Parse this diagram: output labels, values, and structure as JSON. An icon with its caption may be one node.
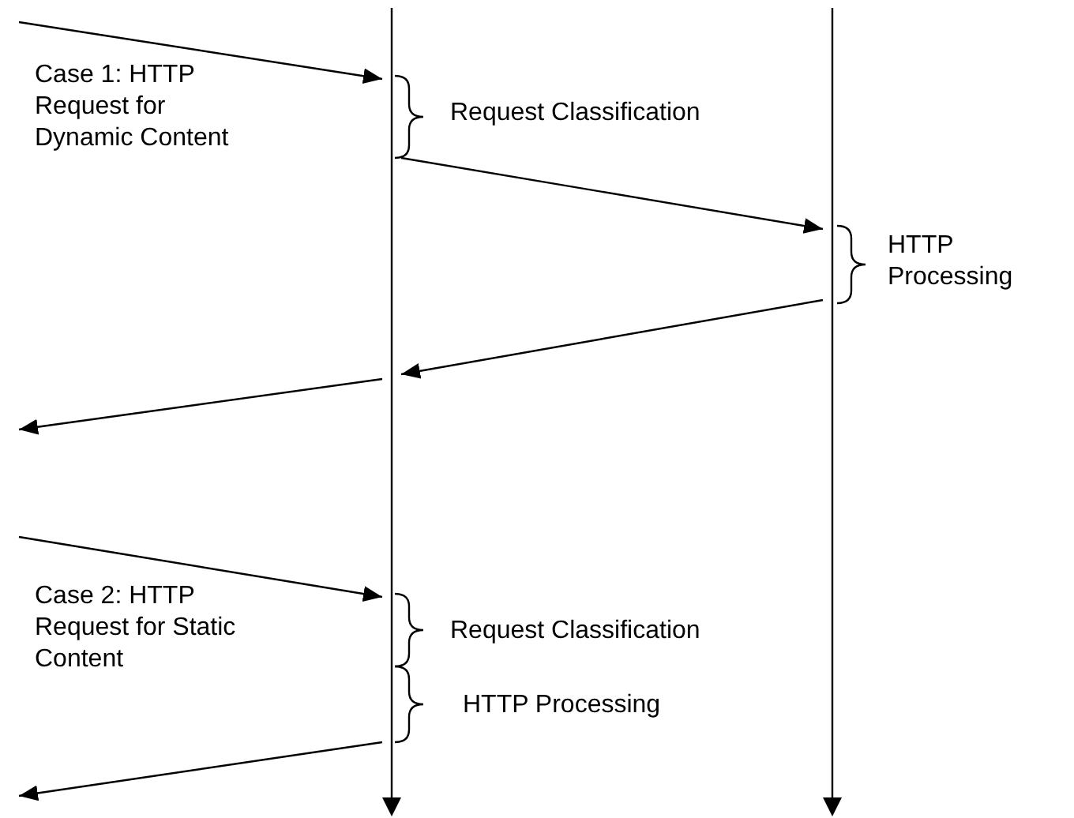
{
  "diagram": {
    "nodes": [
      {
        "text": [],
        "shape": "line"
      },
      {
        "text": [],
        "shape": "line"
      }
    ],
    "edges": [
      {
        "from": null,
        "to": 0,
        "arrow": "to"
      },
      {
        "from": 0,
        "to": 1,
        "arrow": "to"
      },
      {
        "from": 1,
        "to": 0,
        "arrow": "to"
      },
      {
        "from": 0,
        "to": null,
        "arrow": "to"
      },
      {
        "from": null,
        "to": 0,
        "arrow": "to"
      },
      {
        "from": 0,
        "to": null,
        "arrow": "to"
      }
    ],
    "labels": [
      "Case 1: HTTP Request for Dynamic Content",
      "Request Classification",
      "HTTP Processing",
      "Case 2: HTTP Request for Static Content",
      "Request Classification",
      "HTTP Processing"
    ]
  }
}
